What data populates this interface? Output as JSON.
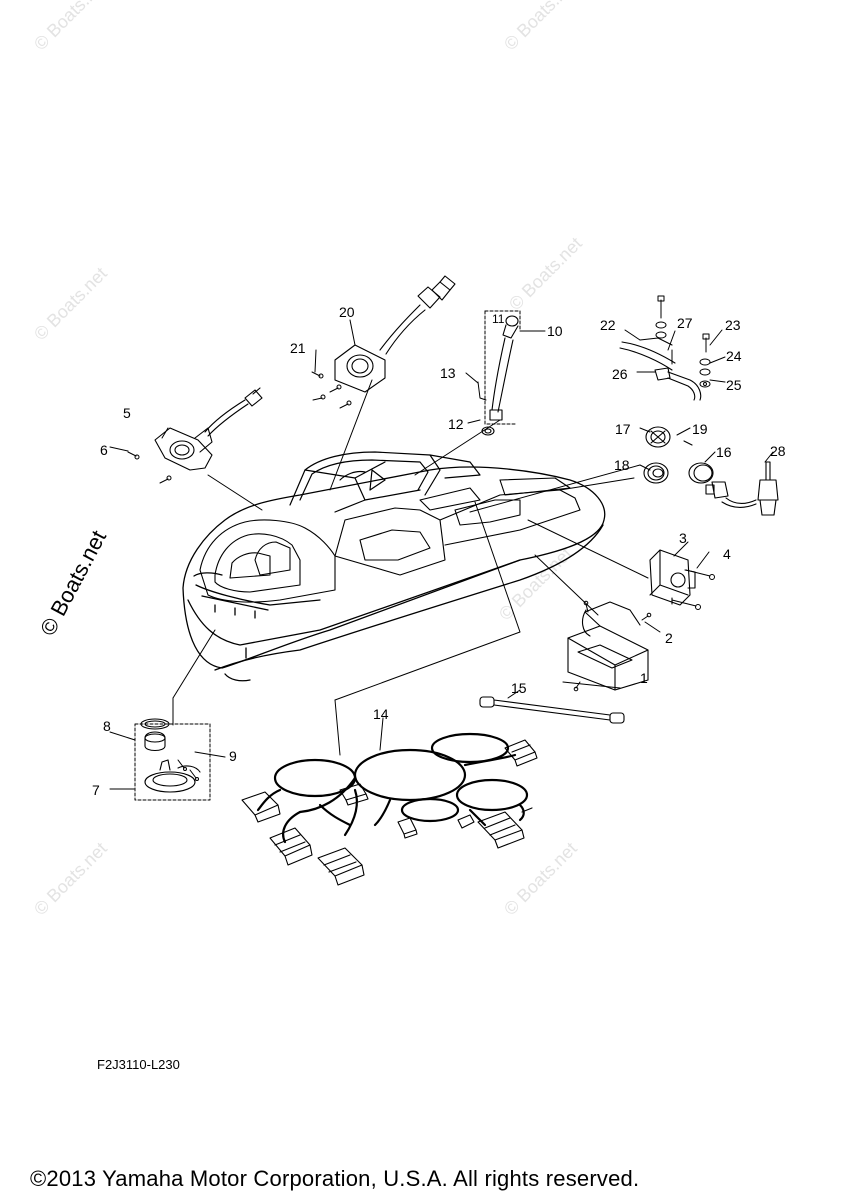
{
  "watermark": {
    "text": "© Boats.net"
  },
  "callouts": [
    "1",
    "2",
    "3",
    "4",
    "5",
    "6",
    "7",
    "8",
    "9",
    "10",
    "11",
    "12",
    "13",
    "14",
    "15",
    "16",
    "17",
    "18",
    "19",
    "20",
    "21",
    "22",
    "23",
    "24",
    "25",
    "26",
    "27",
    "28"
  ],
  "diagram_code": "F2J3110-L230",
  "copyright": "©2013 Yamaha Motor Corporation, U.S.A. All rights reserved."
}
